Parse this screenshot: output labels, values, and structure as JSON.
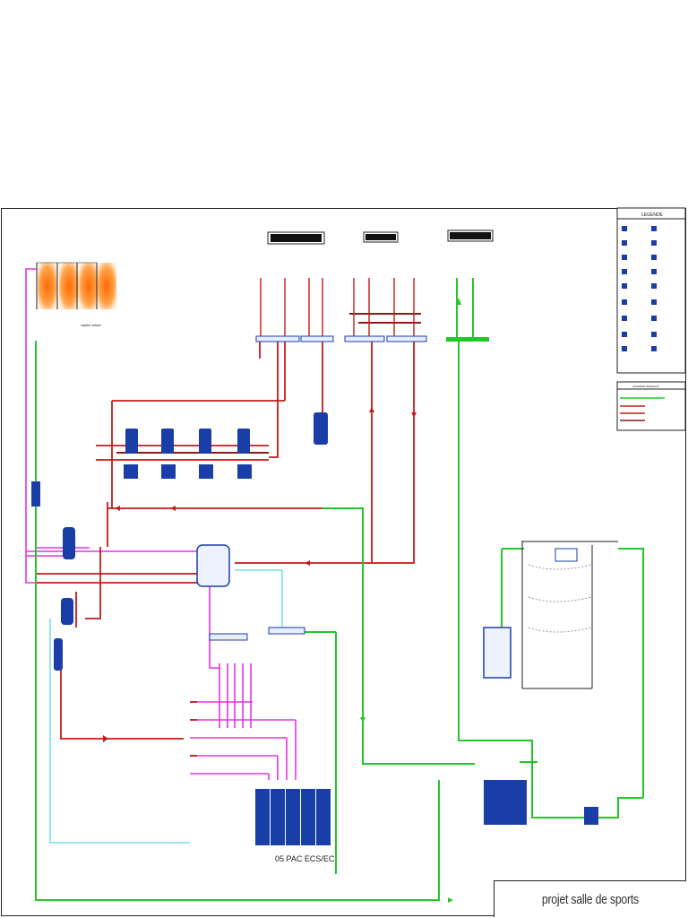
{
  "legend": {
    "title": "LEGENDE",
    "networks_title": "LEGENDE RESEAUX"
  },
  "labels": {
    "solar": "capteur solaire",
    "pac": "05 PAC ECS/EC",
    "project_title": "projet salle de sports"
  },
  "colors": {
    "hot_pipe": "#c41b1b",
    "dark_pipe": "#8b1a1a",
    "cold_pipe": "#22c72a",
    "solar_loop": "#e233e2",
    "cyan_pipe": "#5ad7e0",
    "equipment": "#1a3ea8",
    "solar_panel": "#ff8a1e"
  }
}
